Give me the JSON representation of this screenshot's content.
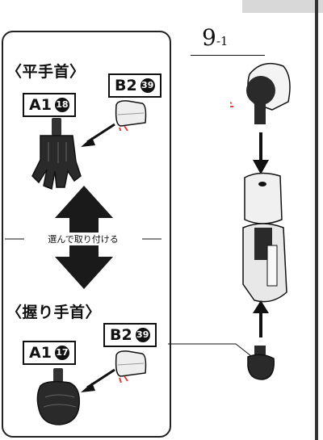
{
  "step": {
    "number": "9",
    "sub": "-1"
  },
  "flat_hand": {
    "title": "〈平手首〉",
    "part_a": {
      "label": "A1",
      "num": "18"
    },
    "part_b": {
      "label": "B2",
      "num": "39"
    }
  },
  "choose_label": "選んで取り付ける",
  "grip_hand": {
    "title": "〈握り手首〉",
    "part_a": {
      "label": "A1",
      "num": "17"
    },
    "part_b": {
      "label": "B2",
      "num": "39"
    }
  }
}
